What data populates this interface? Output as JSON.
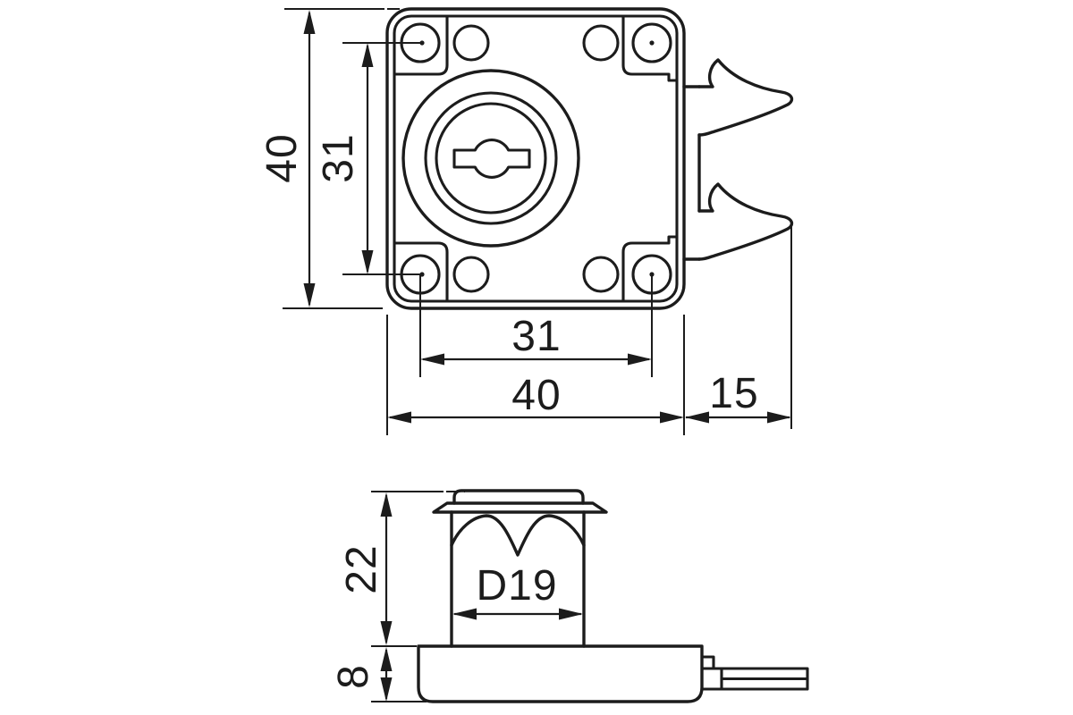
{
  "drawing": {
    "style": {
      "line_color": "#1c1c1c",
      "background": "#ffffff"
    },
    "dimensions": {
      "front": {
        "overall_height": "40",
        "hole_spacing_vertical": "31",
        "hole_spacing_horizontal": "31",
        "overall_width": "40",
        "latch_extension": "15"
      },
      "side": {
        "cylinder_height": "22",
        "cylinder_diameter": "D19",
        "base_thickness": "8"
      }
    }
  }
}
